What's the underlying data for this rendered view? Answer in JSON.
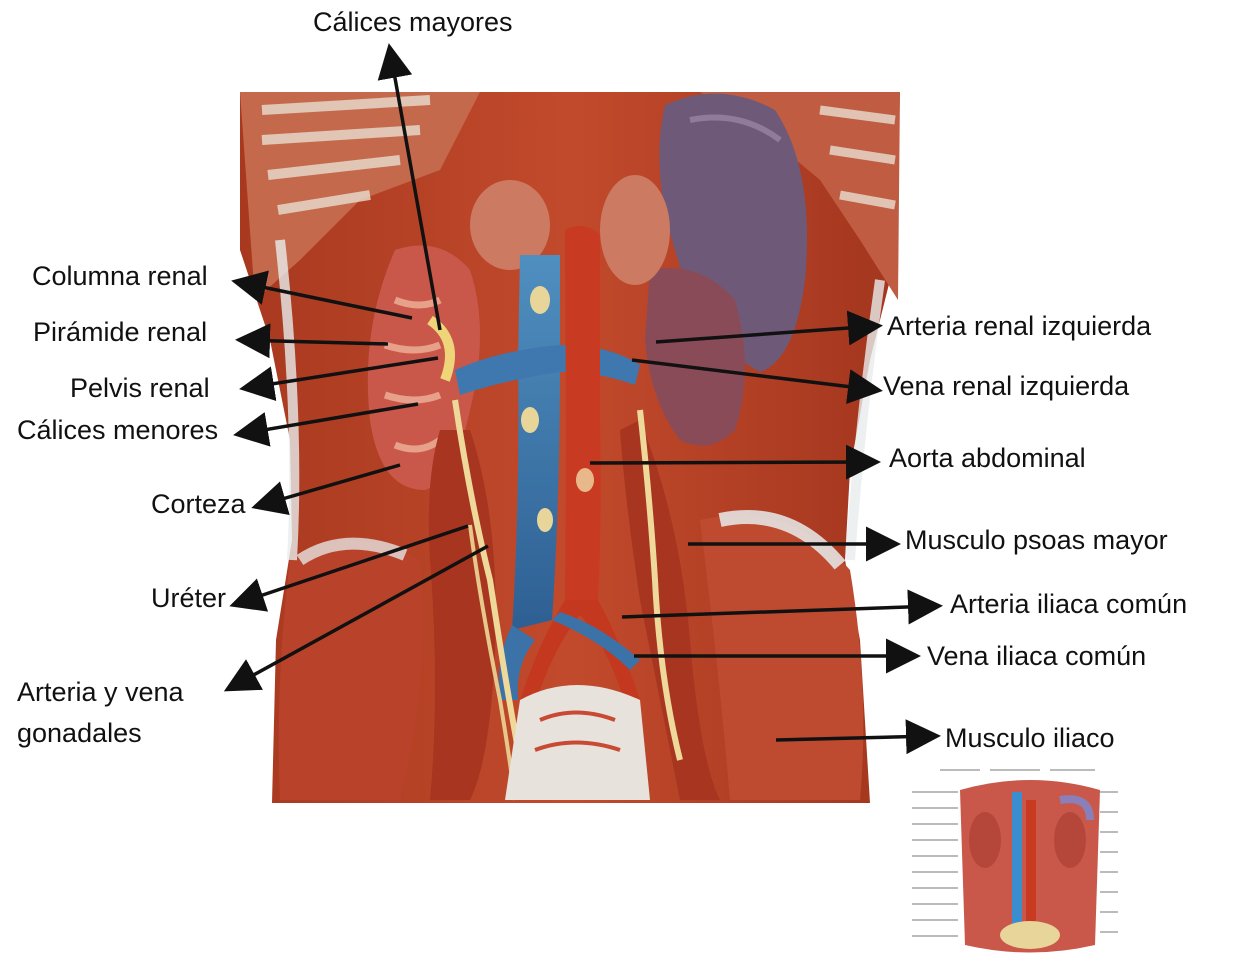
{
  "colors": {
    "muscle": "#b8432a",
    "muscle_dark": "#8e2c1a",
    "kidney": "#c9584a",
    "vein_blue": "#3a6fa8",
    "artery_red": "#c83a22",
    "spleen_purple": "#6e5a78",
    "fat_yellow": "#e8d59a",
    "bone": "#efe9df",
    "arrow": "#111111"
  },
  "labels": {
    "calices_mayores": "Cálices mayores",
    "columna_renal": "Columna renal",
    "piramide_renal": "Pirámide renal",
    "pelvis_renal": "Pelvis renal",
    "calices_menores": "Cálices menores",
    "corteza": "Corteza",
    "ureter": "Uréter",
    "arteria_vena_gonadales": "Arteria y vena gonadales",
    "arteria_renal_izquierda": "Arteria renal izquierda",
    "vena_renal_izquierda": "Vena renal izquierda",
    "aorta_abdominal": "Aorta abdominal",
    "musculo_psoas_mayor": "Musculo psoas mayor",
    "arteria_iliaca_comun": "Arteria iliaca común",
    "vena_iliaca_comun": "Vena iliaca común",
    "musculo_iliaco": "Musculo iliaco"
  }
}
